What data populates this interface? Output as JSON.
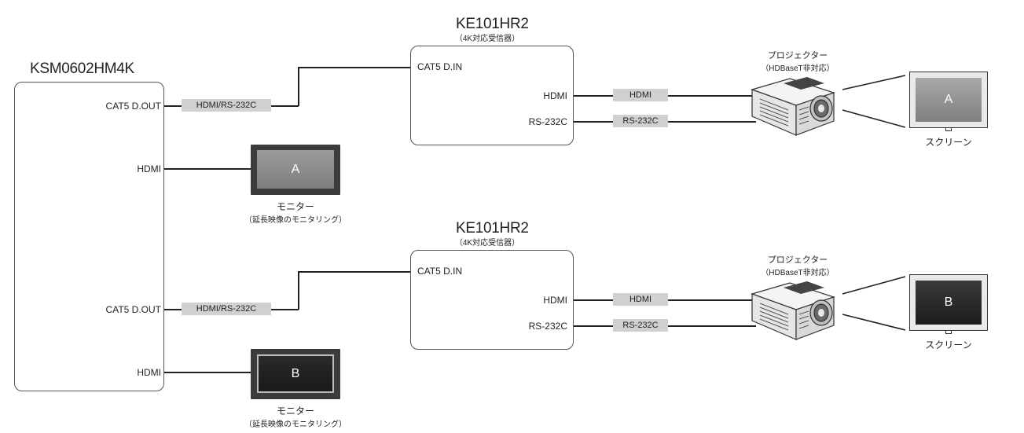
{
  "switcher": {
    "title": "KSM0602HM4K",
    "ports": [
      "CAT5 D.OUT",
      "HDMI",
      "CAT5 D.OUT",
      "HDMI"
    ]
  },
  "link_tags": {
    "hdmi_rs232c": "HDMI/RS-232C",
    "hdmi": "HDMI",
    "rs232c": "RS-232C"
  },
  "receivers": [
    {
      "title": "KE101HR2",
      "subtitle": "（4K対応受信器）",
      "in_port": "CAT5 D.IN",
      "out_hdmi": "HDMI",
      "out_rs232c": "RS-232C"
    },
    {
      "title": "KE101HR2",
      "subtitle": "（4K対応受信器）",
      "in_port": "CAT5 D.IN",
      "out_hdmi": "HDMI",
      "out_rs232c": "RS-232C"
    }
  ],
  "projectors": [
    {
      "name": "プロジェクター",
      "note": "（HDBaseT非対応）"
    },
    {
      "name": "プロジェクター",
      "note": "（HDBaseT非対応）"
    }
  ],
  "screens": [
    {
      "label": "A",
      "caption": "スクリーン"
    },
    {
      "label": "B",
      "caption": "スクリーン"
    }
  ],
  "monitors": [
    {
      "label": "A",
      "caption": "モニター",
      "note": "（延長映像のモニタリング）"
    },
    {
      "label": "B",
      "caption": "モニター",
      "note": "（延長映像のモニタリング）"
    }
  ],
  "colors": {
    "line": "#222222",
    "tag_bg": "#d0d0d0",
    "monitor_frame": "#3c3c3c",
    "screen_a": "#8f8f8f",
    "screen_b": "#2e2e2e"
  }
}
